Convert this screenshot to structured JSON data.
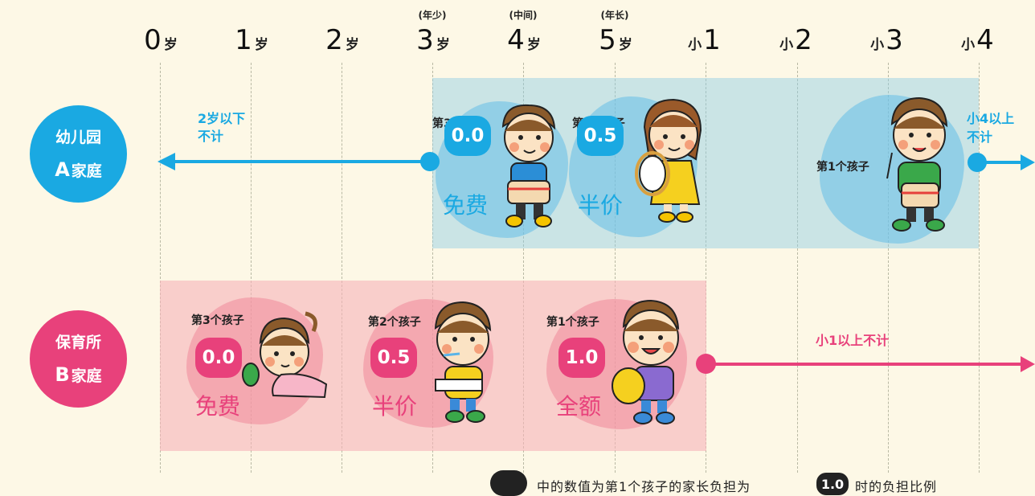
{
  "axis": {
    "ticks": [
      {
        "pre": "",
        "num": "0",
        "unit": "岁"
      },
      {
        "pre": "",
        "num": "1",
        "unit": "岁"
      },
      {
        "pre": "",
        "num": "2",
        "unit": "岁"
      },
      {
        "pre": "",
        "num": "3",
        "unit": "岁"
      },
      {
        "pre": "",
        "num": "4",
        "unit": "岁"
      },
      {
        "pre": "",
        "num": "5",
        "unit": "岁"
      },
      {
        "pre": "小",
        "num": "1",
        "unit": ""
      },
      {
        "pre": "小",
        "num": "2",
        "unit": ""
      },
      {
        "pre": "小",
        "num": "3",
        "unit": ""
      },
      {
        "pre": "小",
        "num": "4",
        "unit": ""
      }
    ],
    "class_labels": {
      "3": "(年少)",
      "4": "(中间)",
      "5": "(年长)"
    }
  },
  "family_a": {
    "name": "幼儿园",
    "letter": "A",
    "family_word": "家庭",
    "color": "#1aa9e2",
    "left_note_line1": "2岁以下",
    "left_note_line2": "不计",
    "right_note_line1": "小4以上",
    "right_note_line2": "不计",
    "children": [
      {
        "label": "第3个孩子",
        "ratio": "0.0",
        "cost": "免费"
      },
      {
        "label": "第2个孩子",
        "ratio": "0.5",
        "cost": "半价"
      },
      {
        "label": "第1个孩子",
        "ratio": "",
        "cost": ""
      }
    ]
  },
  "family_b": {
    "name": "保育所",
    "letter": "B",
    "family_word": "家庭",
    "color": "#e8417b",
    "right_note": "小1以上不计",
    "children": [
      {
        "label": "第3个孩子",
        "ratio": "0.0",
        "cost": "免费"
      },
      {
        "label": "第2个孩子",
        "ratio": "0.5",
        "cost": "半价"
      },
      {
        "label": "第1个孩子",
        "ratio": "1.0",
        "cost": "全额"
      }
    ]
  },
  "legend": {
    "text_before": "中的数值为第1个孩子的家长负担为",
    "example": "1.0",
    "text_after": "时的负担比例"
  }
}
